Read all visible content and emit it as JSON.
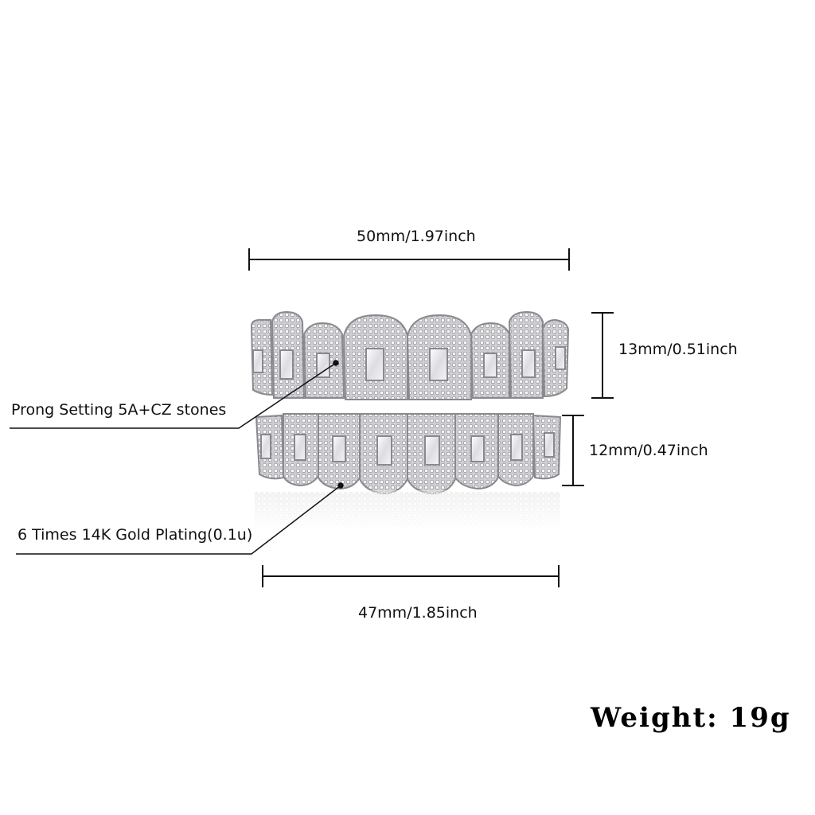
{
  "product": {
    "dimensions": {
      "top_width": "50mm/1.97inch",
      "top_height": "13mm/0.51inch",
      "bottom_height": "12mm/0.47inch",
      "bottom_width": "47mm/1.85inch"
    },
    "callouts": {
      "stones": "Prong Setting 5A+CZ stones",
      "plating": "6 Times 14K Gold Plating(0.1u)"
    },
    "weight": "Weight: 19g"
  },
  "colors": {
    "background": "#ffffff",
    "metal": "#d9d9db",
    "metal_outline": "#8a8a8e",
    "stone": "#f3f3f5",
    "line": "#111111"
  }
}
